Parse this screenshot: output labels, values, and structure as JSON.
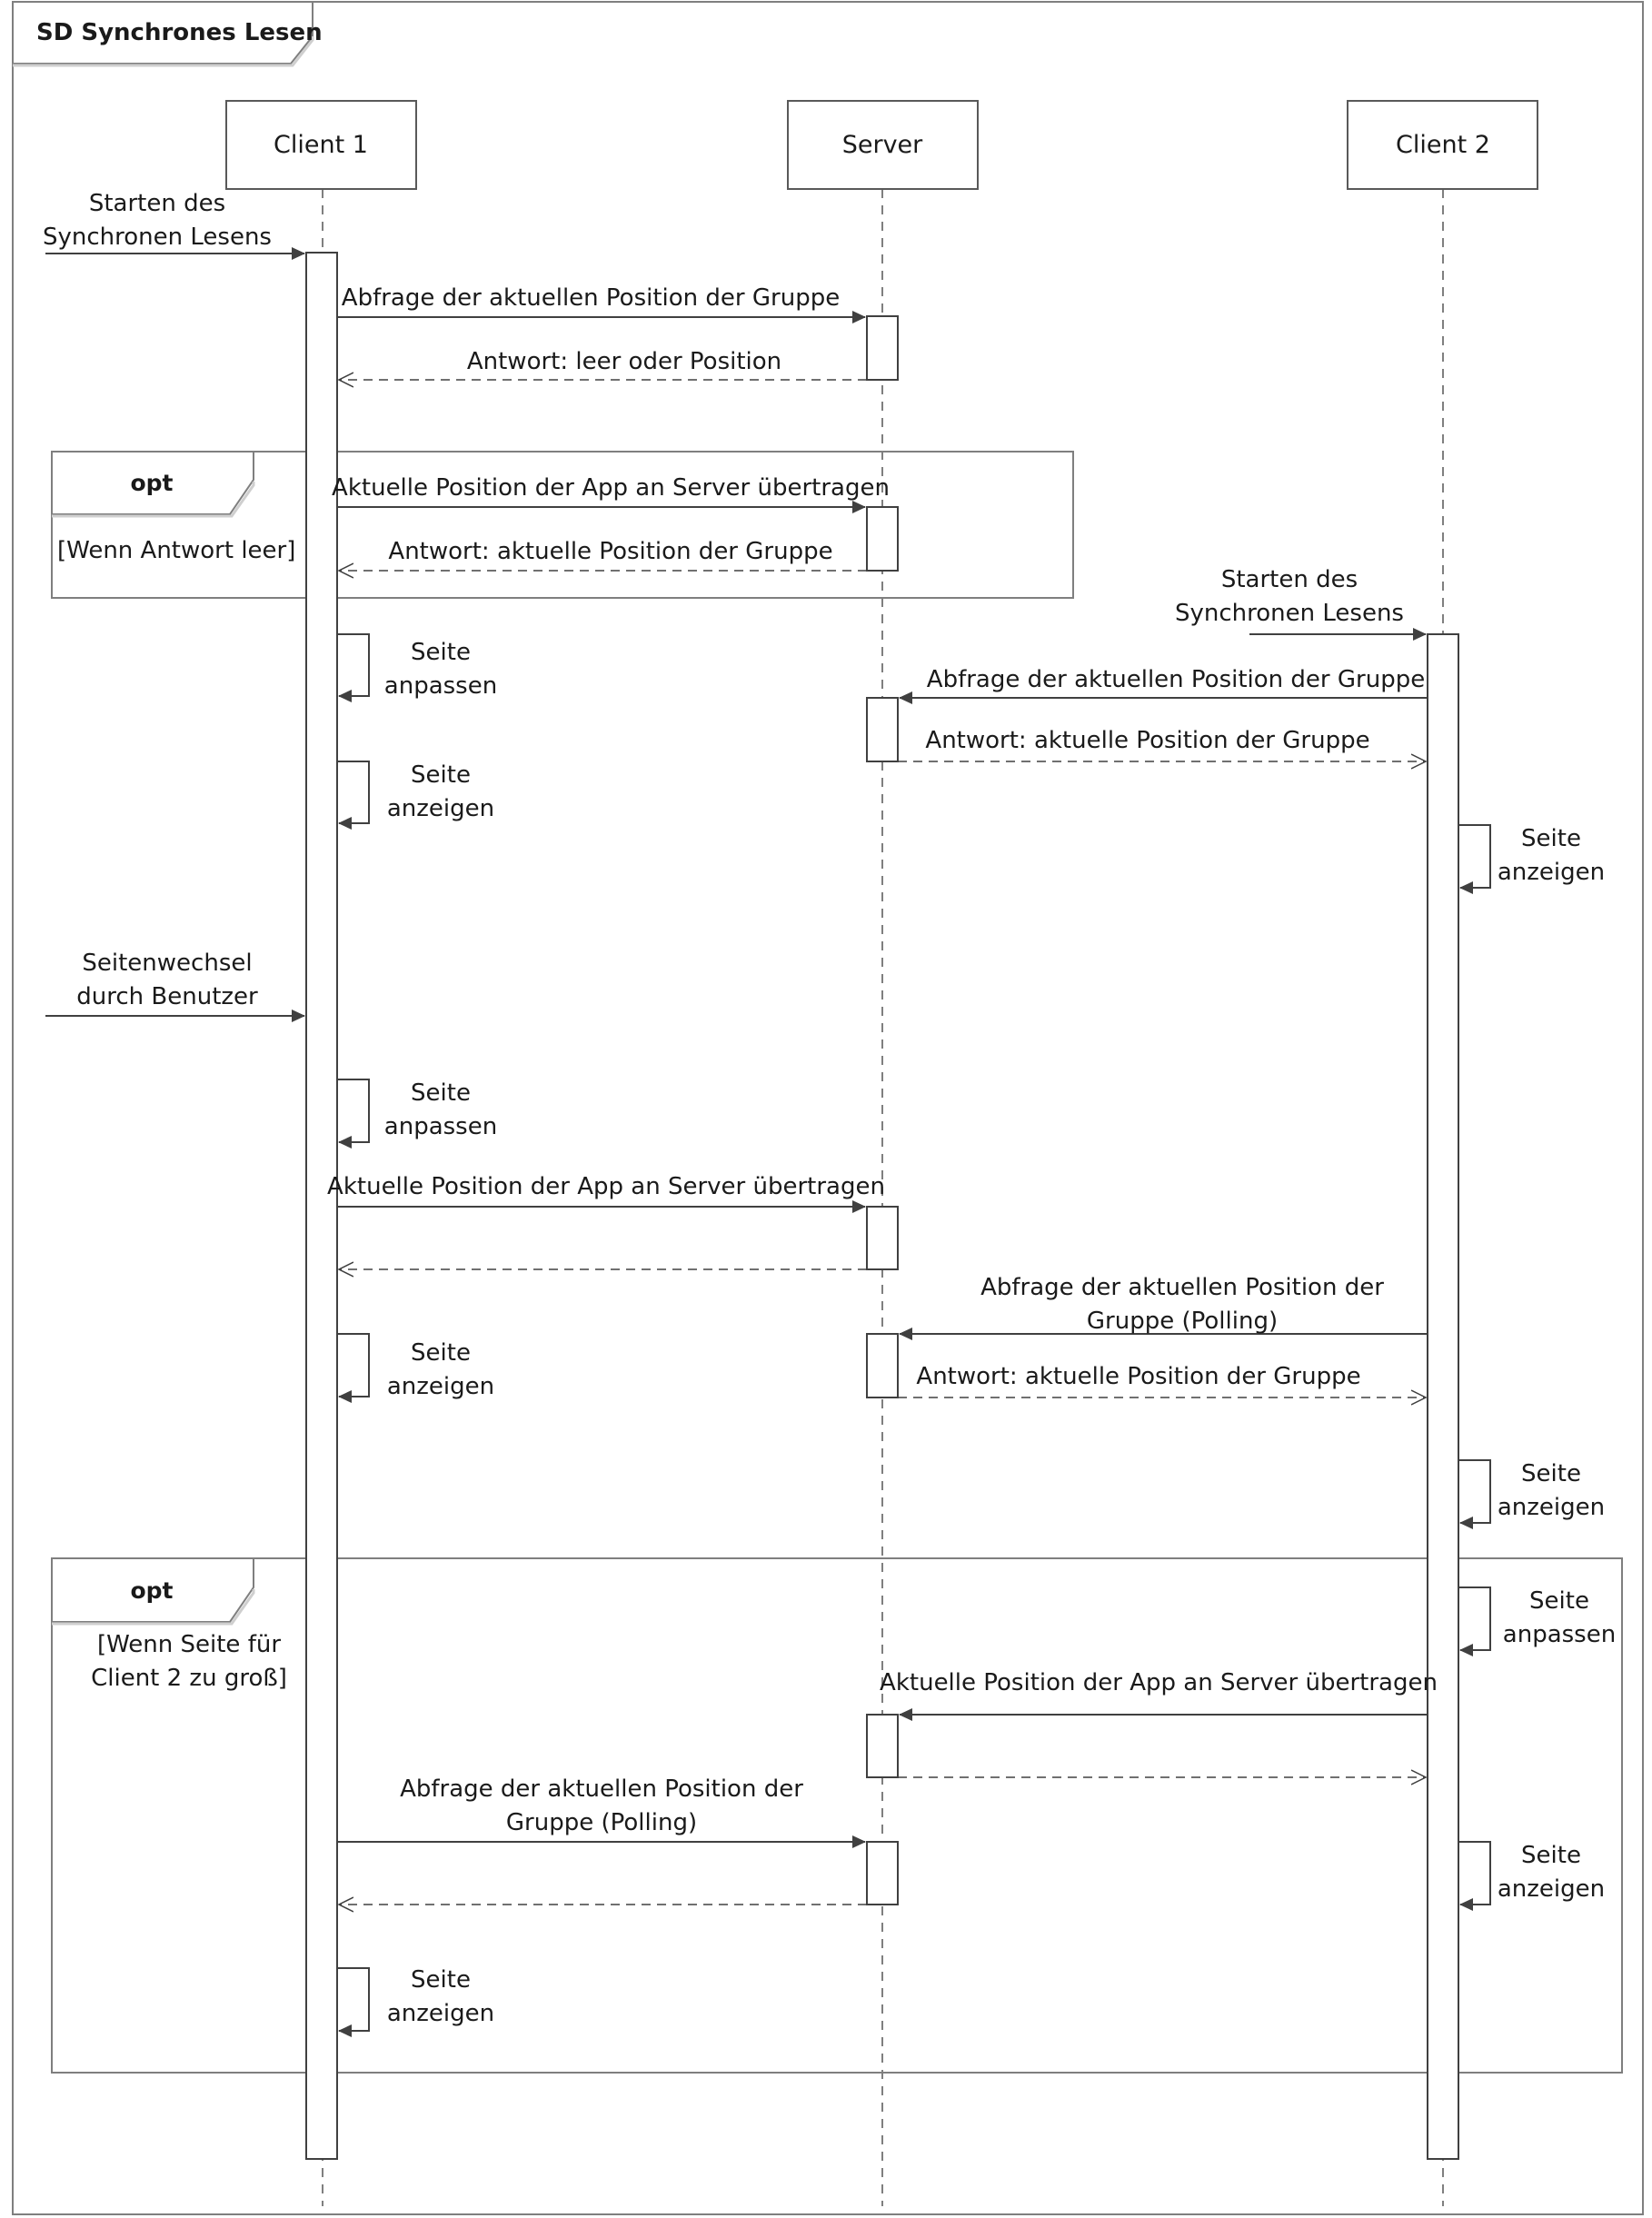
{
  "frame": {
    "title": "SD Synchrones Lesen"
  },
  "lifelines": [
    {
      "id": "c1",
      "name": "Client 1"
    },
    {
      "id": "srv",
      "name": "Server"
    },
    {
      "id": "c2",
      "name": "Client 2"
    }
  ],
  "fragments": [
    {
      "id": "opt1",
      "operator": "opt",
      "guard": [
        "[Wenn Antwort leer]"
      ]
    },
    {
      "id": "opt2",
      "operator": "opt",
      "guard": [
        "[Wenn Seite für",
        "Client 2 zu groß]"
      ]
    }
  ],
  "messages": [
    {
      "id": "m1",
      "kind": "found",
      "to": "c1",
      "label": [
        "Starten des",
        "Synchronen Lesens"
      ]
    },
    {
      "id": "m2",
      "kind": "sync",
      "from": "c1",
      "to": "srv",
      "label": [
        "Abfrage der aktuellen Position der Gruppe"
      ]
    },
    {
      "id": "m3",
      "kind": "reply",
      "from": "srv",
      "to": "c1",
      "label": [
        "Antwort: leer oder Position"
      ]
    },
    {
      "id": "m4",
      "kind": "sync",
      "from": "c1",
      "to": "srv",
      "label": [
        "Aktuelle Position der App an Server übertragen"
      ]
    },
    {
      "id": "m5",
      "kind": "reply",
      "from": "srv",
      "to": "c1",
      "label": [
        "Antwort: aktuelle Position der Gruppe"
      ]
    },
    {
      "id": "m6",
      "kind": "found",
      "to": "c2",
      "label": [
        "Starten des",
        "Synchronen Lesens"
      ]
    },
    {
      "id": "m7",
      "kind": "self",
      "on": "c1",
      "label": [
        "Seite",
        "anpassen"
      ]
    },
    {
      "id": "m8",
      "kind": "sync",
      "from": "c2",
      "to": "srv",
      "label": [
        "Abfrage der aktuellen Position der Gruppe"
      ]
    },
    {
      "id": "m9",
      "kind": "reply",
      "from": "srv",
      "to": "c2",
      "label": [
        "Antwort: aktuelle Position der Gruppe"
      ]
    },
    {
      "id": "m10",
      "kind": "self",
      "on": "c1",
      "label": [
        "Seite",
        "anzeigen"
      ]
    },
    {
      "id": "m11",
      "kind": "self",
      "on": "c2",
      "label": [
        "Seite",
        "anzeigen"
      ]
    },
    {
      "id": "m12",
      "kind": "found",
      "to": "c1",
      "label": [
        "Seitenwechsel",
        "durch Benutzer"
      ]
    },
    {
      "id": "m13",
      "kind": "self",
      "on": "c1",
      "label": [
        "Seite",
        "anpassen"
      ]
    },
    {
      "id": "m14",
      "kind": "sync",
      "from": "c1",
      "to": "srv",
      "label": [
        "Aktuelle Position der App an Server übertragen"
      ]
    },
    {
      "id": "m15",
      "kind": "reply",
      "from": "srv",
      "to": "c1",
      "label": []
    },
    {
      "id": "m16",
      "kind": "sync",
      "from": "c2",
      "to": "srv",
      "label": [
        "Abfrage der aktuellen Position der",
        "Gruppe (Polling)"
      ]
    },
    {
      "id": "m17",
      "kind": "self",
      "on": "c1",
      "label": [
        "Seite",
        "anzeigen"
      ]
    },
    {
      "id": "m18",
      "kind": "reply",
      "from": "srv",
      "to": "c2",
      "label": [
        "Antwort: aktuelle Position der Gruppe"
      ]
    },
    {
      "id": "m19",
      "kind": "self",
      "on": "c2",
      "label": [
        "Seite",
        "anzeigen"
      ]
    },
    {
      "id": "m20",
      "kind": "self",
      "on": "c2",
      "label": [
        "Seite",
        "anpassen"
      ]
    },
    {
      "id": "m21",
      "kind": "sync",
      "from": "c2",
      "to": "srv",
      "label": [
        "Aktuelle Position der App an Server übertragen"
      ]
    },
    {
      "id": "m22",
      "kind": "reply",
      "from": "srv",
      "to": "c2",
      "label": []
    },
    {
      "id": "m23",
      "kind": "sync",
      "from": "c1",
      "to": "srv",
      "label": [
        "Abfrage der aktuellen Position der",
        "Gruppe (Polling)"
      ]
    },
    {
      "id": "m24",
      "kind": "self",
      "on": "c2",
      "label": [
        "Seite",
        "anzeigen"
      ]
    },
    {
      "id": "m25",
      "kind": "reply",
      "from": "srv",
      "to": "c1",
      "label": []
    },
    {
      "id": "m26",
      "kind": "self",
      "on": "c1",
      "label": [
        "Seite",
        "anzeigen"
      ]
    }
  ]
}
